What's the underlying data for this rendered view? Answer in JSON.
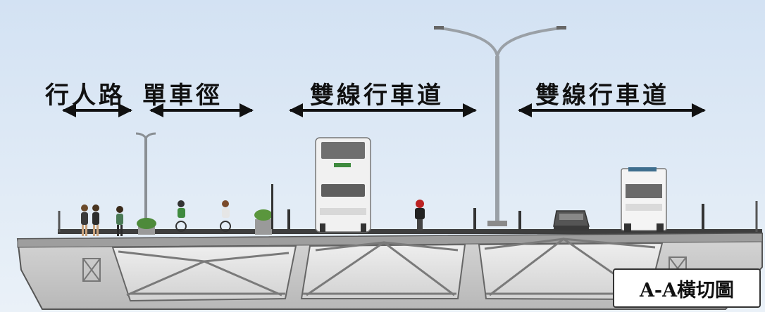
{
  "labels": {
    "pedestrian": "行人路",
    "cycle_track": "單車徑",
    "lane_a": "雙線行車道",
    "lane_b": "雙線行車道"
  },
  "caption": "A-A橫切圖",
  "colors": {
    "sky_top": "#cfe0f2",
    "sky_bottom": "#e8f0f8",
    "deck": "#c9c9c9",
    "deck_edge": "#555555",
    "truss": "#777777",
    "arrow": "#111111"
  }
}
